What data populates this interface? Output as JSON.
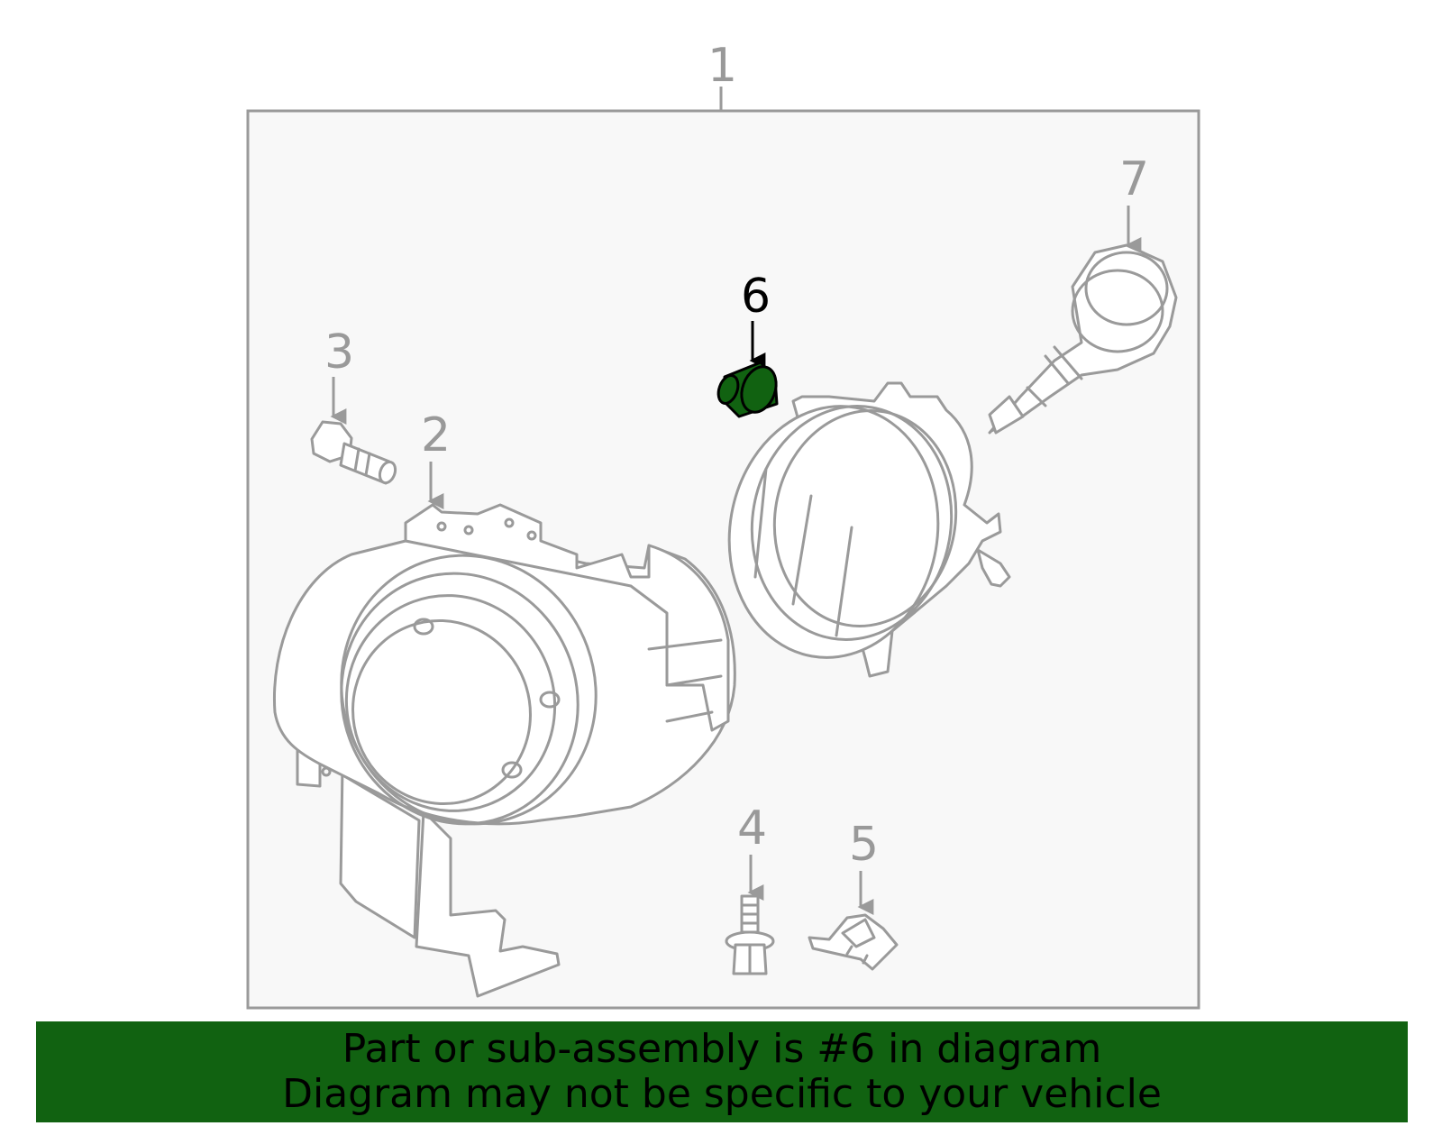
{
  "callouts": {
    "c1": "1",
    "c2": "2",
    "c3": "3",
    "c4": "4",
    "c5": "5",
    "c6": "6",
    "c7": "7"
  },
  "highlight": {
    "part": "6",
    "color": "#116211"
  },
  "banner": {
    "line1": "Part or sub-assembly is #6 in diagram",
    "line2": "Diagram may not be specific to your vehicle",
    "background": "#116211"
  }
}
